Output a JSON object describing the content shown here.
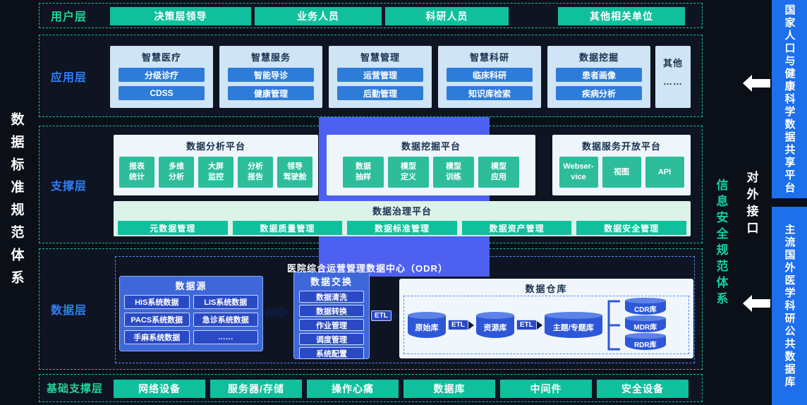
{
  "left_sidebar": {
    "title": "数据标准规范体系"
  },
  "right_sidebar": {
    "security": "信息安全规范体系",
    "interface": "对外接口",
    "bar_top": "国家人口与健康科学数据共享平台",
    "bar_bottom": "主流国外医学科研公共数据库"
  },
  "user_layer": {
    "label": "用户层",
    "items": [
      "决策层领导",
      "业务人员",
      "科研人员",
      "其他相关单位"
    ]
  },
  "app_layer": {
    "label": "应用层",
    "groups": [
      {
        "title": "智慧医疗",
        "items": [
          "分级诊疗",
          "CDSS"
        ]
      },
      {
        "title": "智慧服务",
        "items": [
          "智能导诊",
          "健康管理"
        ]
      },
      {
        "title": "智慧管理",
        "items": [
          "运营管理",
          "后勤管理"
        ]
      },
      {
        "title": "智慧科研",
        "items": [
          "临床科研",
          "知识库检索"
        ]
      },
      {
        "title": "数据挖掘",
        "items": [
          "患者画像",
          "疾病分析"
        ]
      }
    ],
    "other": {
      "title": "其他",
      "dots": "……"
    }
  },
  "support_layer": {
    "label": "支撑层",
    "platforms": [
      {
        "title": "数据分析平台",
        "items": [
          "报表\n统计",
          "多维\n分析",
          "大屏\n监控",
          "分析\n报告",
          "领导\n驾驶舱"
        ]
      },
      {
        "title": "数据挖掘平台",
        "items": [
          "数据\n抽样",
          "模型\n定义",
          "模型\n训练",
          "模型\n应用"
        ]
      },
      {
        "title": "数据服务开放平台",
        "items": [
          "Webser-\nvice",
          "视图",
          "API"
        ]
      }
    ],
    "governance": {
      "title": "数据治理平台",
      "items": [
        "元数据管理",
        "数据质量管理",
        "数据标准管理",
        "数据资产管理",
        "数据安全管理"
      ]
    }
  },
  "data_layer": {
    "label": "数据层",
    "odr_title": "医院综合运营管理数据中心（ODR）",
    "source": {
      "title": "数据源",
      "items": [
        "HIS系统数据",
        "LIS系统数据",
        "PACS系统数据",
        "急诊系统数据",
        "手麻系统数据",
        "……"
      ]
    },
    "exchange": {
      "title": "数据交换",
      "items": [
        "数据清洗",
        "数据转换",
        "作业管理",
        "调度管理",
        "系统配置"
      ]
    },
    "etl": "ETL",
    "warehouse": {
      "title": "数据仓库",
      "flow": [
        "原始库",
        "资源库",
        "主题/专题库"
      ],
      "etl": "ETL",
      "stores": [
        "CDR库",
        "MDR库",
        "RDR库"
      ]
    }
  },
  "infra_layer": {
    "label": "基础支撑层",
    "items": [
      "网络设备",
      "服务器/存储",
      "操作心痛",
      "数据库",
      "中间件",
      "安全设备"
    ]
  },
  "colors": {
    "teal": "#10c09c",
    "green_label": "#1fd79c",
    "blue_label": "#2f80f7",
    "panel_blue": "#cfe4f4",
    "chip_blue": "#2e7cd9",
    "panel_white": "#eef5fb",
    "chip_teal": "#2dbd9b",
    "panel_green": "#dcf3ea",
    "band_blue": "#4d60f0",
    "data_panel": "#3e68d8",
    "data_chip": "#2a49c4",
    "cylinder": "#2e57d8",
    "right_bar": "#1d6feb",
    "background": "#0a0f18"
  }
}
